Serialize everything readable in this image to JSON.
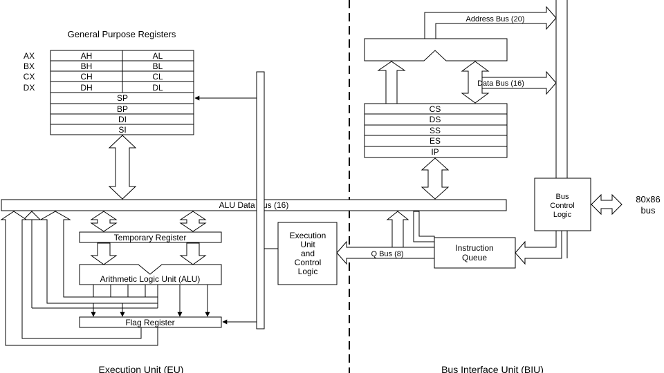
{
  "gpr": {
    "title": "General Purpose Registers",
    "rows": [
      {
        "name": "AX",
        "high": "AH",
        "low": "AL"
      },
      {
        "name": "BX",
        "high": "BH",
        "low": "BL"
      },
      {
        "name": "CX",
        "high": "CH",
        "low": "CL"
      },
      {
        "name": "DX",
        "high": "DH",
        "low": "DL"
      }
    ],
    "pointers": [
      "SP",
      "BP",
      "DI",
      "SI"
    ]
  },
  "alu_bus": {
    "label": "ALU Data Bus (16)"
  },
  "temp_register": {
    "label": "Temporary Register"
  },
  "alu": {
    "label": "Arithmetic Logic Unit (ALU)"
  },
  "flag_register": {
    "label": "Flag Register"
  },
  "eu_control": {
    "lines": [
      "Execution",
      "Unit",
      "and",
      "Control",
      "Logic"
    ]
  },
  "q_bus": {
    "label": "Q Bus (8)"
  },
  "instruction_queue": {
    "lines": [
      "Instruction",
      "Queue"
    ]
  },
  "segment_registers": [
    "CS",
    "DS",
    "SS",
    "ES",
    "IP"
  ],
  "address_bus": {
    "label": "Address Bus (20)"
  },
  "data_bus": {
    "label": "Data Bus (16)"
  },
  "bus_control": {
    "lines": [
      "Bus",
      "Control",
      "Logic"
    ]
  },
  "external_bus": {
    "lines": [
      "80x86",
      "bus"
    ]
  },
  "sections": {
    "eu": "Execution Unit (EU)",
    "biu": "Bus Interface Unit (BIU)"
  }
}
